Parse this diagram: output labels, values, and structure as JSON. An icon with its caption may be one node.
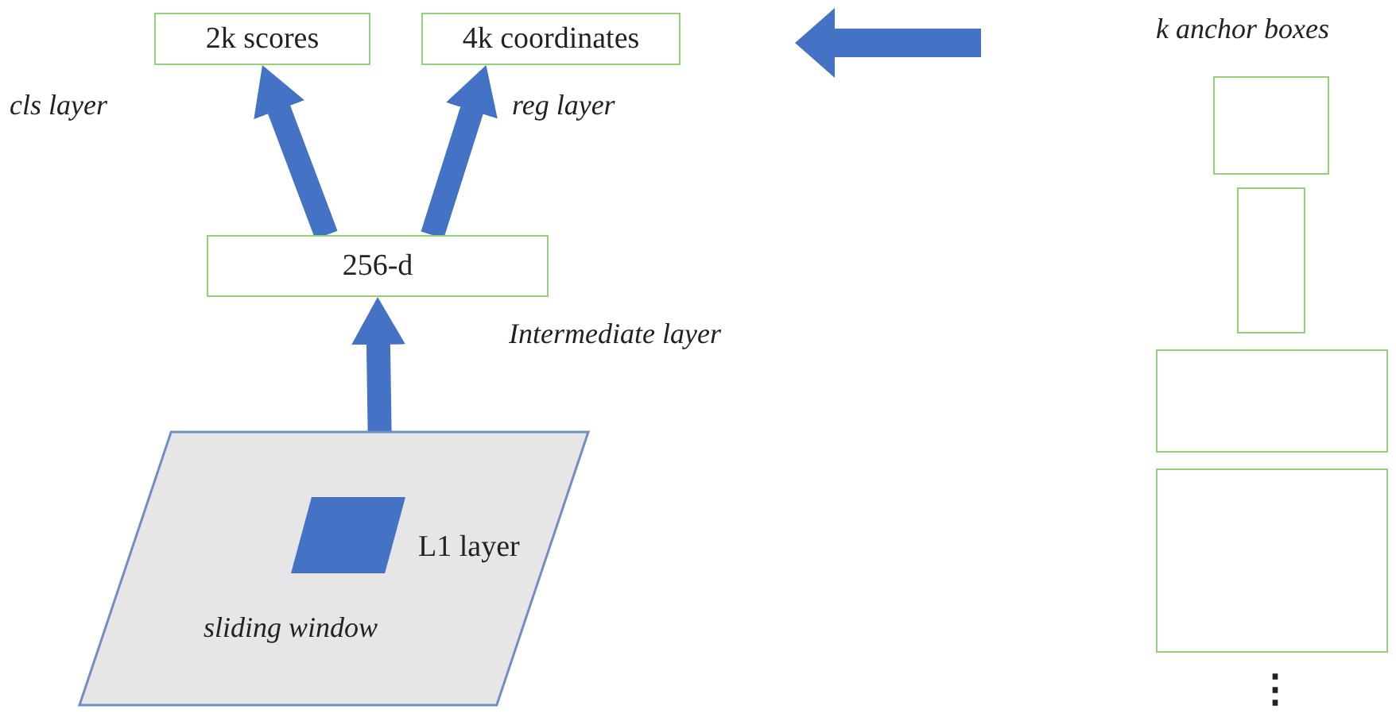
{
  "diagram": {
    "nodes": [
      {
        "text": [
          "2k scores"
        ]
      },
      {
        "text": [
          "4k coordinates"
        ]
      },
      {
        "text": [
          "256-d"
        ]
      },
      {
        "text": [
          "sliding window"
        ]
      },
      {
        "text": [],
        "shape": "parallelogram",
        "in": 3,
        "beside": [
          "L1 layer"
        ]
      },
      {
        "text": [],
        "shape": "box"
      },
      {
        "text": [],
        "shape": "box"
      },
      {
        "text": [],
        "shape": "box"
      },
      {
        "text": [],
        "shape": "box"
      }
    ],
    "edges": [
      {
        "from": 2,
        "to": 0,
        "arrow": "to"
      },
      {
        "from": 2,
        "to": 1,
        "arrow": "to"
      },
      {
        "from": 3,
        "to": 2,
        "arrow": "to"
      }
    ],
    "labels": [
      "k anchor boxes",
      "cls layer",
      "reg layer",
      "Intermediate layer",
      "⋮"
    ]
  }
}
